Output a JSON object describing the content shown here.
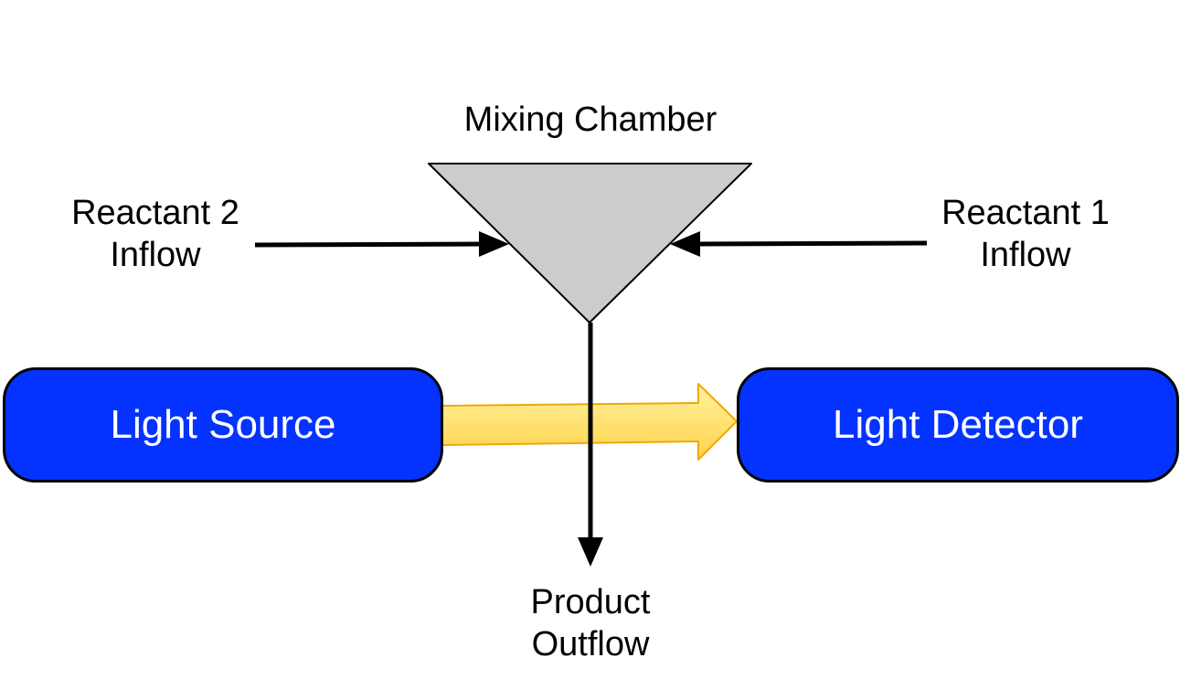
{
  "nodes": {
    "mixing_chamber": {
      "label": "Mixing Chamber",
      "fill": "#cccccc"
    },
    "light_source": {
      "label": "Light Source",
      "fill": "#0433ff",
      "text_color": "#ffffff"
    },
    "light_detector": {
      "label": "Light Detector",
      "fill": "#0433ff",
      "text_color": "#ffffff"
    }
  },
  "flows": {
    "reactant_2": {
      "line1": "Reactant 2",
      "line2": "Inflow"
    },
    "reactant_1": {
      "line1": "Reactant 1",
      "line2": "Inflow"
    },
    "product": {
      "line1": "Product",
      "line2": "Outflow"
    }
  },
  "light_beam": {
    "fill_top": "#fff2a0",
    "fill_bottom": "#ffd34d",
    "stroke": "#f0a800"
  },
  "edges": [
    {
      "from": "reactant_2",
      "to": "mixing_chamber",
      "style": "arrow"
    },
    {
      "from": "reactant_1",
      "to": "mixing_chamber",
      "style": "arrow"
    },
    {
      "from": "mixing_chamber",
      "to": "product",
      "style": "arrow"
    },
    {
      "from": "light_source",
      "to": "light_detector",
      "style": "block-arrow"
    }
  ]
}
